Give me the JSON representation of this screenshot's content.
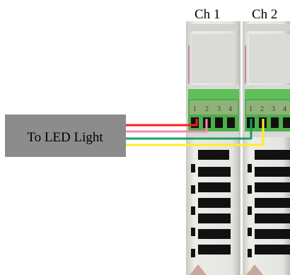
{
  "channels": [
    {
      "label": "Ch 1",
      "terminals": [
        "1",
        "2",
        "3",
        "4"
      ]
    },
    {
      "label": "Ch 2",
      "terminals": [
        "1",
        "2",
        "3",
        "4"
      ]
    }
  ],
  "led_box": {
    "label": "To LED Light",
    "color": "#8c8c8c"
  },
  "wire_colors": [
    "#ff1a1a",
    "#f28ab0",
    "#1aa062",
    "#ffee22"
  ],
  "module_colors": {
    "housing": "#e2e2de",
    "connector": "#4fae4a",
    "slot": "#111111"
  }
}
